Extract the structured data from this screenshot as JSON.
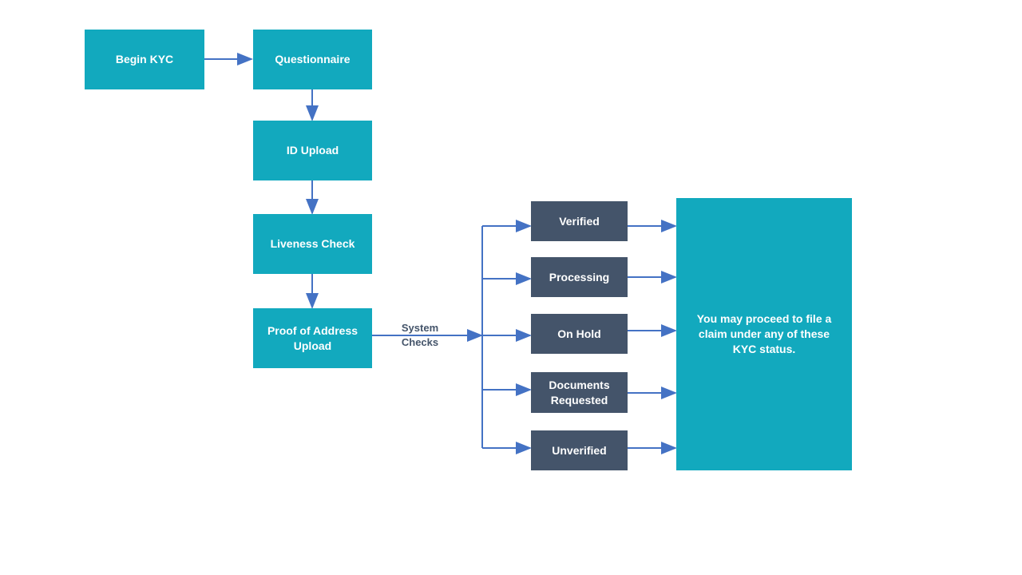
{
  "steps": [
    "Begin KYC",
    "Questionnaire",
    "ID Upload",
    "Liveness Check",
    "Proof of Address Upload"
  ],
  "connector_label": "System Checks",
  "statuses": [
    "Verified",
    "Processing",
    "On Hold",
    "Documents Requested",
    "Unverified"
  ],
  "outcome": "You may proceed to file a claim under any of these KYC status.",
  "colors": {
    "primary": "#12A9BE",
    "status": "#44546A",
    "arrow": "#4472C4"
  }
}
